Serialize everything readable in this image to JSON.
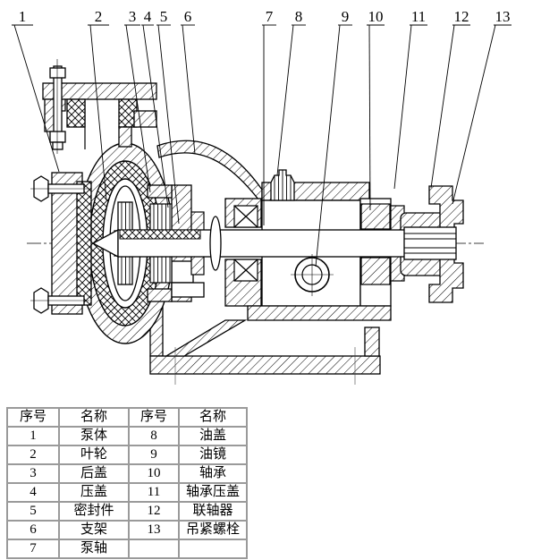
{
  "diagram": {
    "callouts": [
      "1",
      "2",
      "3",
      "4",
      "5",
      "6",
      "7",
      "8",
      "9",
      "10",
      "11",
      "12",
      "13"
    ]
  },
  "table": {
    "headers": [
      "序号",
      "名称",
      "序号",
      "名称"
    ],
    "rows": [
      [
        "1",
        "泵体",
        "8",
        "油盖"
      ],
      [
        "2",
        "叶轮",
        "9",
        "油镜"
      ],
      [
        "3",
        "后盖",
        "10",
        "轴承"
      ],
      [
        "4",
        "压盖",
        "11",
        "轴承压盖"
      ],
      [
        "5",
        "密封件",
        "12",
        "联轴器"
      ],
      [
        "6",
        "支架",
        "13",
        "吊紧螺栓"
      ],
      [
        "7",
        "泵轴",
        "",
        ""
      ]
    ]
  },
  "colors": {
    "line": "#000000",
    "table_border": "#9a9a9a",
    "background": "#ffffff"
  }
}
